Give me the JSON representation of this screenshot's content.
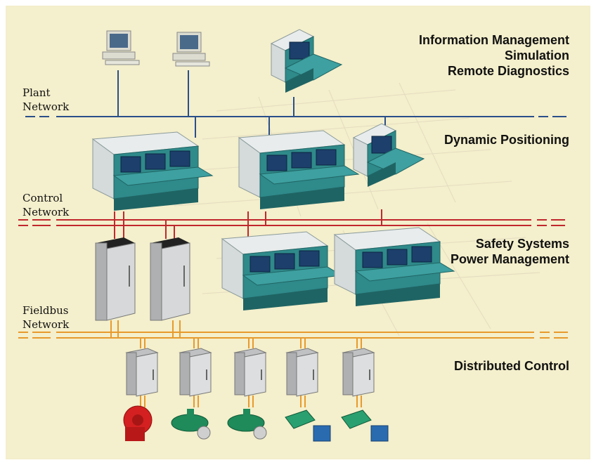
{
  "layers": {
    "information": [
      "Information Management",
      "Simulation",
      "Remote Diagnostics"
    ],
    "positioning": [
      "Dynamic Positioning"
    ],
    "safety": [
      "Safety Systems",
      "Power Management"
    ],
    "distributed": [
      "Distributed Control"
    ]
  },
  "networks": {
    "plant": [
      "Plant",
      "Network"
    ],
    "control": [
      "Control",
      "Network"
    ],
    "fieldbus": [
      "Fieldbus",
      "Network"
    ]
  },
  "colors": {
    "background": "#f4efcc",
    "plant_network": "#2a4f8a",
    "control_network": "#c1272d",
    "fieldbus_network": "#e89a2c",
    "console": "#2f8a8a",
    "console_light": "#e8ecec",
    "cabinet": "#c9cbcc",
    "pump": "#d42020",
    "thruster": "#1f8a5a",
    "motor": "#2a6bb0"
  },
  "icons": [
    "workstation-icon",
    "operator-console-icon",
    "control-cabinet-icon",
    "field-io-box-icon",
    "pump-icon",
    "thruster-icon",
    "motor-icon"
  ]
}
